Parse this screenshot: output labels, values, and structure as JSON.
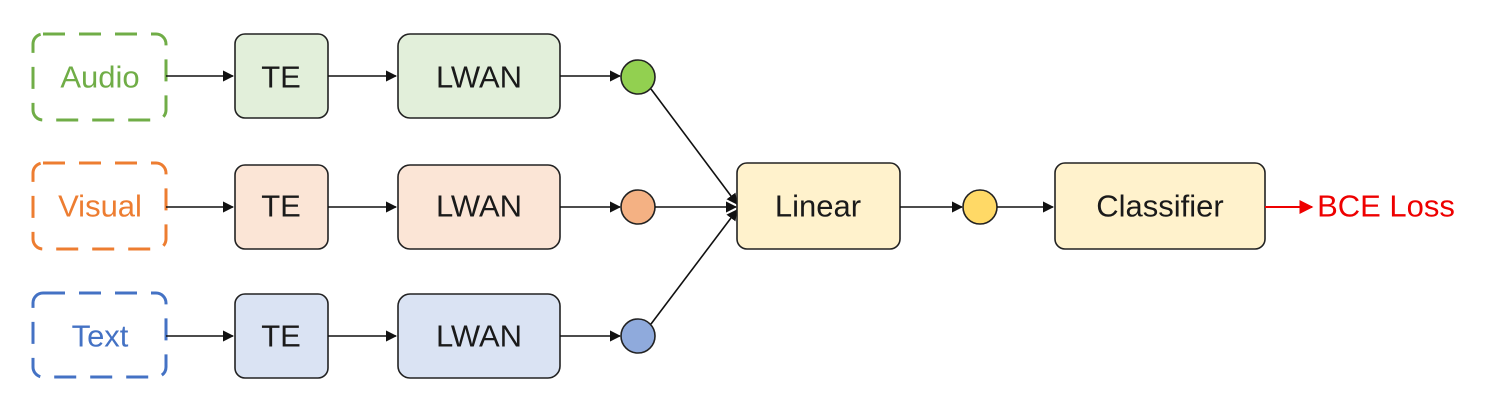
{
  "colors": {
    "audio": "#70ad47",
    "visual": "#ed7d31",
    "text": "#4472c4",
    "loss": "#ee0000",
    "audio_fill": "#e2efda",
    "visual_fill": "#fbe5d6",
    "text_fill": "#dae3f3",
    "fusion_fill": "#fff2cc",
    "audio_node": "#92d050",
    "visual_node": "#f4b183",
    "text_node": "#8faadc",
    "fused_node": "#ffd966"
  },
  "inputs": {
    "audio": "Audio",
    "visual": "Visual",
    "text": "Text"
  },
  "te": {
    "audio": "TE",
    "visual": "TE",
    "text": "TE"
  },
  "lwan": {
    "audio": "LWAN",
    "visual": "LWAN",
    "text": "LWAN"
  },
  "fusion": {
    "linear": "Linear",
    "classifier": "Classifier",
    "loss": "BCE Loss"
  }
}
